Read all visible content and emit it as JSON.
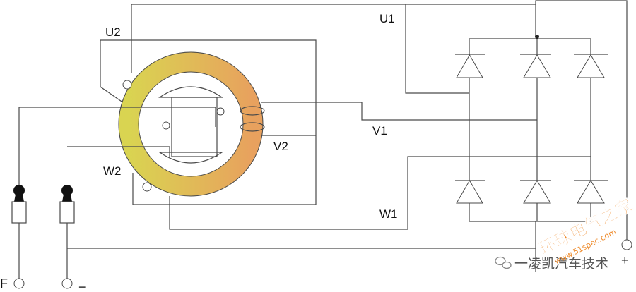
{
  "labels": {
    "u1": "U1",
    "u2": "U2",
    "v1": "V1",
    "v2": "V2",
    "w1": "W1",
    "w2": "W2",
    "f": "F",
    "minus": "−",
    "plus": "+"
  },
  "watermarks": {
    "account": "一凌凯汽车技术",
    "site_name": "环球电气之家",
    "site_url": "www.51spec.com"
  },
  "colors": {
    "wire": "#4a4a4a",
    "stator_ring_start": "#d9d451",
    "stator_ring_end": "#e8a15e",
    "watermark_orange": "#ee8a2a"
  }
}
